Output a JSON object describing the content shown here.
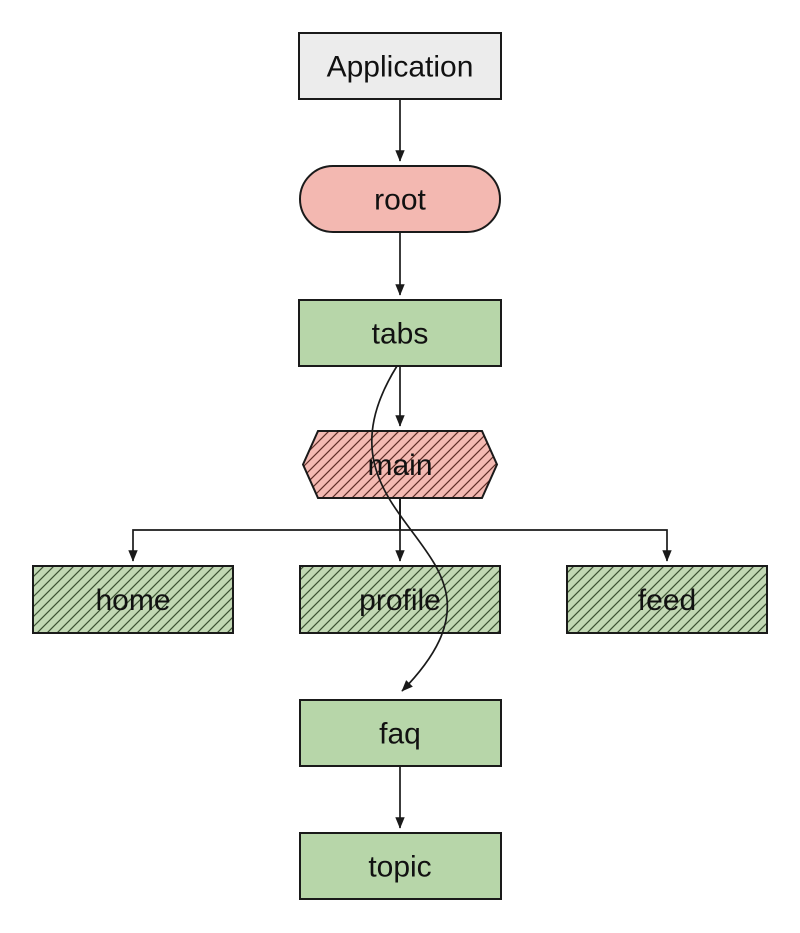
{
  "diagram": {
    "type": "route-tree-flowchart",
    "background": "#ffffff",
    "nodes": [
      {
        "id": "application",
        "label": "Application",
        "shape": "rectangle",
        "fill_style": "solid-gray",
        "hatched": false
      },
      {
        "id": "root",
        "label": "root",
        "shape": "stadium",
        "fill_style": "solid-pink",
        "hatched": false
      },
      {
        "id": "tabs",
        "label": "tabs",
        "shape": "rectangle",
        "fill_style": "solid-green",
        "hatched": false
      },
      {
        "id": "main",
        "label": "main",
        "shape": "hexagon",
        "fill_style": "hatched-pink",
        "hatched": true
      },
      {
        "id": "home",
        "label": "home",
        "shape": "rectangle",
        "fill_style": "hatched-green",
        "hatched": true
      },
      {
        "id": "profile",
        "label": "profile",
        "shape": "rectangle",
        "fill_style": "hatched-green",
        "hatched": true
      },
      {
        "id": "feed",
        "label": "feed",
        "shape": "rectangle",
        "fill_style": "hatched-green",
        "hatched": true
      },
      {
        "id": "faq",
        "label": "faq",
        "shape": "rectangle",
        "fill_style": "solid-green",
        "hatched": false
      },
      {
        "id": "topic",
        "label": "topic",
        "shape": "rectangle",
        "fill_style": "solid-green",
        "hatched": false
      }
    ],
    "edges": [
      {
        "from": "application",
        "to": "root",
        "style": "straight-arrow"
      },
      {
        "from": "root",
        "to": "tabs",
        "style": "straight-arrow"
      },
      {
        "from": "tabs",
        "to": "main",
        "style": "straight-arrow"
      },
      {
        "from": "main",
        "to": "home",
        "style": "elbow-arrow"
      },
      {
        "from": "main",
        "to": "profile",
        "style": "straight-arrow"
      },
      {
        "from": "main",
        "to": "feed",
        "style": "elbow-arrow"
      },
      {
        "from": "tabs",
        "to": "faq",
        "style": "curved-arrow"
      },
      {
        "from": "faq",
        "to": "topic",
        "style": "straight-arrow"
      }
    ],
    "colors": {
      "background": "#ffffff",
      "border": "#1a1a1a",
      "edge": "#1a1a1a",
      "text": "#111111",
      "node_gray": "#ececec",
      "node_pink": "#f3b8b1",
      "node_green": "#b7d6a9",
      "hatch_green_bg": "#c2d8b4",
      "hatch_green_line": "#3c5132",
      "hatch_pink_bg": "#f4bab3",
      "hatch_pink_line": "#5f2e27"
    }
  }
}
